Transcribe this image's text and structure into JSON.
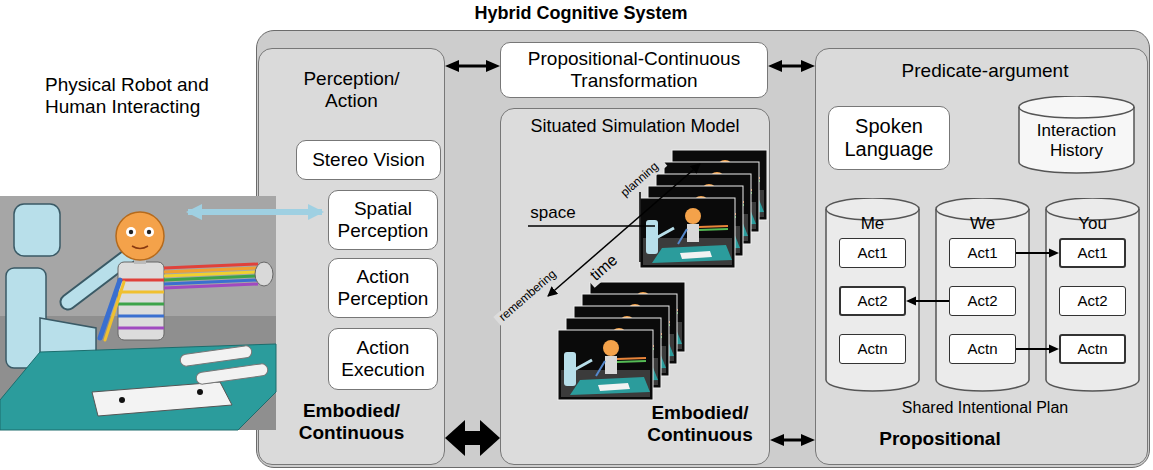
{
  "diagram": {
    "nodes": [
      {
        "text": [
          "Hybrid Cognitive System"
        ]
      },
      {
        "text": [
          "Perception/ Action",
          "Embodied/ Continuous"
        ],
        "in": 0
      },
      {
        "text": [
          "Stereo Vision"
        ],
        "in": 1
      },
      {
        "text": [
          "Spatial Perception"
        ],
        "in": 1
      },
      {
        "text": [
          "Action Perception"
        ],
        "in": 1
      },
      {
        "text": [
          "Action Execution"
        ],
        "in": 1
      },
      {
        "text": [
          "Propositional-Continuous Transformation"
        ],
        "in": 0
      },
      {
        "text": [
          "Situated Simulation Model",
          "Embodied/ Continuous"
        ],
        "in": 0
      },
      {
        "text": [
          "Predicate-argument",
          "Propositional"
        ],
        "in": 0
      },
      {
        "text": [
          "Spoken Language"
        ],
        "in": 8
      },
      {
        "text": [
          "Interaction History"
        ],
        "in": 8
      },
      {
        "text": [
          "Me"
        ],
        "in": 8
      },
      {
        "text": [
          "Act1"
        ],
        "in": 11
      },
      {
        "text": [
          "Act2"
        ],
        "in": 11
      },
      {
        "text": [
          "Actn"
        ],
        "in": 11
      },
      {
        "text": [
          "We"
        ],
        "in": 8
      },
      {
        "text": [
          "Act1"
        ],
        "in": 15
      },
      {
        "text": [
          "Act2"
        ],
        "in": 15
      },
      {
        "text": [
          "Actn"
        ],
        "in": 15
      },
      {
        "text": [
          "You"
        ],
        "in": 8
      },
      {
        "text": [
          "Act1"
        ],
        "in": 19
      },
      {
        "text": [
          "Act2"
        ],
        "in": 19
      },
      {
        "text": [
          "Actn"
        ],
        "in": 19
      }
    ],
    "edges": [
      {
        "from": 6,
        "to": 1,
        "arrow": "both"
      },
      {
        "from": 6,
        "to": 8,
        "arrow": "both"
      },
      {
        "from": 1,
        "to": 7,
        "arrow": "both"
      },
      {
        "from": 7,
        "to": 8,
        "arrow": "both"
      },
      {
        "from": 16,
        "to": 20,
        "arrow": "to"
      },
      {
        "from": 17,
        "to": 13,
        "arrow": "to"
      },
      {
        "from": 18,
        "to": 22,
        "arrow": "to"
      }
    ],
    "labels": [
      "Physical Robot and Human Interacting",
      "space",
      "time",
      "planning",
      "remembering",
      "Shared Intentional Plan"
    ]
  }
}
